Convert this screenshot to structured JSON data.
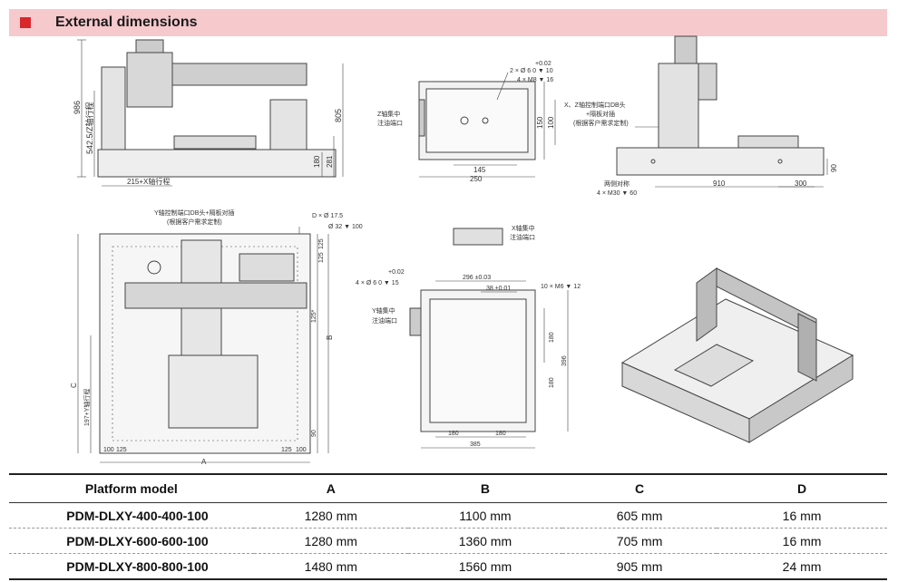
{
  "header": {
    "title": "External dimensions"
  },
  "front_view": {
    "dim_height_total": "986",
    "dim_height_body": "805",
    "dim_z_travel": "542.5/Z轴行程",
    "dim_180": "180",
    "dim_281": "281",
    "dim_x_travel": "215+X轴行程"
  },
  "top_small_view": {
    "tol": "+0.02",
    "tol0": "0",
    "note1": "2 × Ø 6  0  ▼ 10",
    "note2": "4 × M8 ▼ 16",
    "z_port_line1": "Z轴集中",
    "z_port_line2": "注油端口",
    "dim_150": "150",
    "dim_100": "100",
    "dim_145": "145",
    "dim_250": "250"
  },
  "side_view": {
    "note_line1": "X、Z轴控制端口DB头",
    "note_line2": "+隔板对插",
    "note_line3": "(根据客户需求定制)",
    "mount_line1": "两侧对称",
    "mount_line2": "4 × M30 ▼ 60",
    "dim_910": "910",
    "dim_300": "300",
    "dim_90": "90"
  },
  "plan_view": {
    "y_note_line1": "Y轴控制端口DB头+隔板对插",
    "y_note_line2": "(根据客户需求定制)",
    "hole_note1": "D × Ø 17.5",
    "hole_note2": "Ø 32 ▼ 100",
    "dim_125a": "125",
    "dim_125b": "125",
    "dim_125star": "125*",
    "dim_B": "B",
    "dim_C": "C",
    "dim_y_travel": "197+Y轴行程",
    "dim_90": "90",
    "dim_100a": "100",
    "dim_125c": "125",
    "dim_125d": "125",
    "dim_100b": "100",
    "dim_A": "A"
  },
  "x_port": {
    "line1": "X轴集中",
    "line2": "注油端口"
  },
  "table_view": {
    "tol": "+0.02",
    "note1": "4 × Ø 6  0  ▼ 15",
    "dim_296": "296 ±0.03",
    "dim_38": "38 ±0.01",
    "note2": "10 × M6 ▼ 12",
    "y_port_line1": "Y轴集中",
    "y_port_line2": "注油端口",
    "dim_180a": "180",
    "dim_180b": "180",
    "dim_396": "396",
    "dim_180c": "180",
    "dim_180d": "180",
    "dim_385": "385"
  },
  "table": {
    "headers": [
      "Platform model",
      "A",
      "B",
      "C",
      "D"
    ],
    "rows": [
      [
        "PDM-DLXY-400-400-100",
        "1280 mm",
        "1100 mm",
        "605 mm",
        "16 mm"
      ],
      [
        "PDM-DLXY-600-600-100",
        "1280 mm",
        "1360 mm",
        "705 mm",
        "16 mm"
      ],
      [
        "PDM-DLXY-800-800-100",
        "1480 mm",
        "1560 mm",
        "905 mm",
        "24 mm"
      ]
    ]
  },
  "colors": {
    "header_bg": "#f6c9cc",
    "header_marker": "#d9272e",
    "line": "#444444"
  }
}
